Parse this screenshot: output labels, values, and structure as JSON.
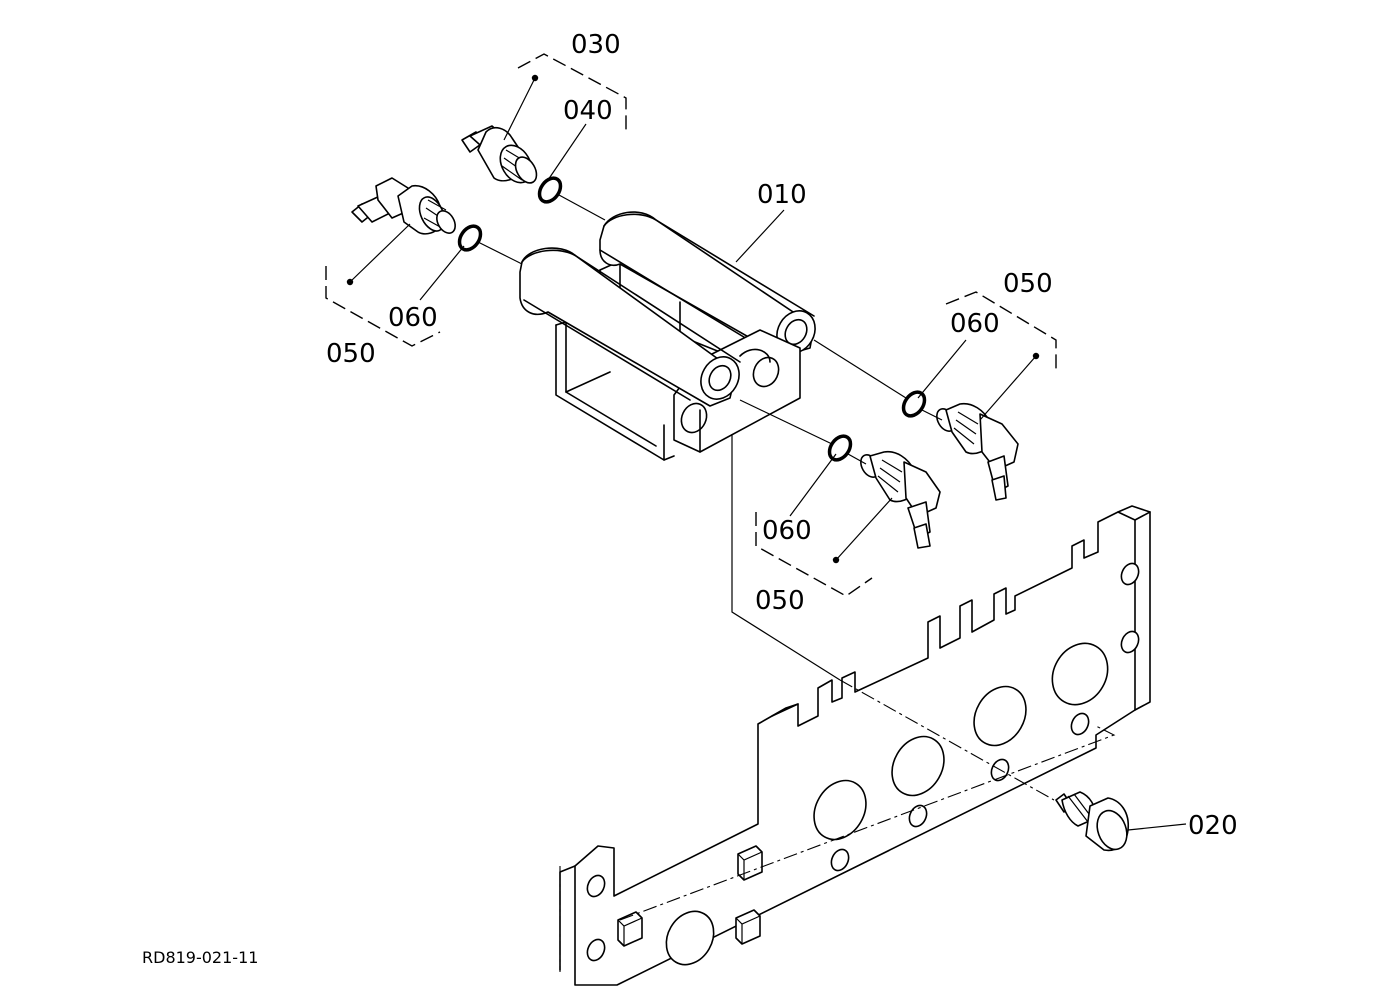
{
  "drawing_code": "RD819-021-11",
  "callouts": {
    "c030": "030",
    "c040": "040",
    "c010": "010",
    "c050_left": "050",
    "c060_left": "060",
    "c050_right": "050",
    "c060_right": "060",
    "c060_bottom": "060",
    "c050_bottom": "050",
    "c020": "020"
  }
}
